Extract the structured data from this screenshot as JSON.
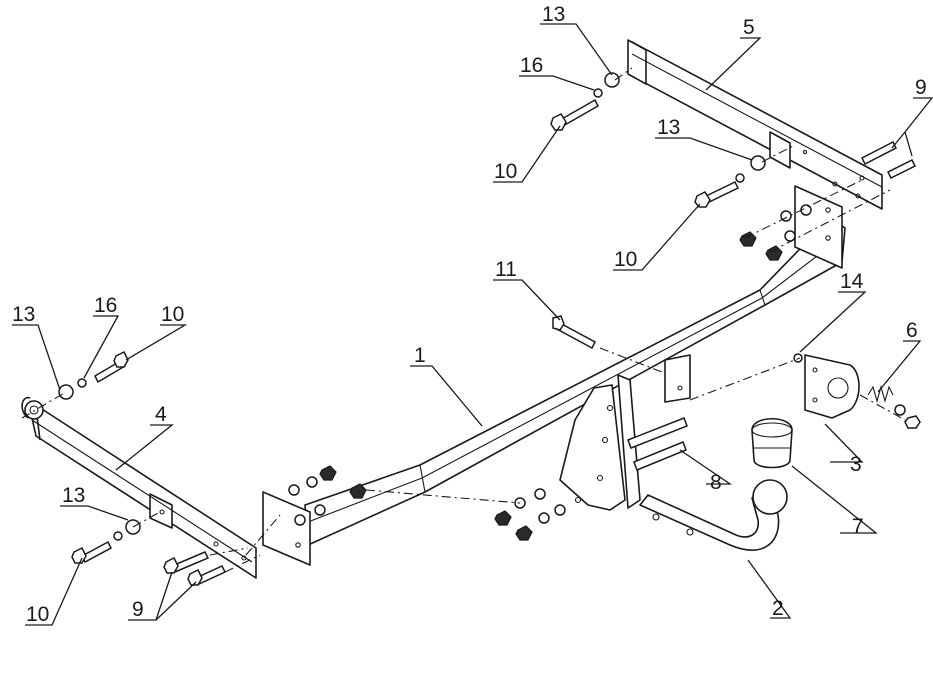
{
  "callouts": {
    "crossbar": "1",
    "ball_neck": "2",
    "socket_plate": "3",
    "left_side_arm": "4",
    "right_side_arm": "5",
    "spring": "6",
    "ball_cover": "7",
    "bolt_8": "8",
    "bolts_9_left": "9",
    "bolts_9_right": "9",
    "bolt_10_top": "10",
    "bolt_10_mid": "10",
    "bolt_10_left_top": "10",
    "bolt_10_left_bottom": "10",
    "bolt_11": "11",
    "washer_13_top": "13",
    "washer_13_mid": "13",
    "washer_13_left_top": "13",
    "washer_13_left_bottom": "13",
    "washer_14": "14",
    "washer_16_top": "16",
    "washer_16_left": "16"
  }
}
